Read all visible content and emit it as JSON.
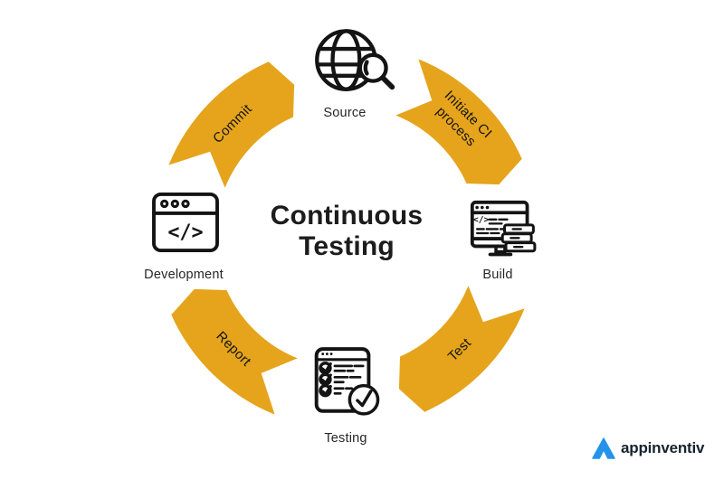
{
  "title": {
    "line1": "Continuous",
    "line2": "Testing"
  },
  "colors": {
    "arrow_gold": "#E5A41C",
    "icon_stroke": "#141414",
    "logo_blue": "#2493EB",
    "title_text": "#1C1C1C"
  },
  "nodes": [
    {
      "id": "source",
      "label": "Source",
      "icon": "globe-search-icon"
    },
    {
      "id": "build",
      "label": "Build",
      "icon": "build-monitor-stack-icon"
    },
    {
      "id": "testing",
      "label": "Testing",
      "icon": "checklist-check-icon"
    },
    {
      "id": "development",
      "label": "Development",
      "icon": "code-window-icon"
    }
  ],
  "arrows": [
    {
      "id": "commit",
      "label": "Commit",
      "from": "Development",
      "to": "Source"
    },
    {
      "id": "initiate-ci",
      "label": "Initiate CI process",
      "from": "Source",
      "to": "Build"
    },
    {
      "id": "test",
      "label": "Test",
      "from": "Build",
      "to": "Testing"
    },
    {
      "id": "report",
      "label": "Report",
      "from": "Testing",
      "to": "Development"
    }
  ],
  "icons": {
    "code_glyph": "</>"
  },
  "logo": {
    "text": "appinventiv"
  }
}
